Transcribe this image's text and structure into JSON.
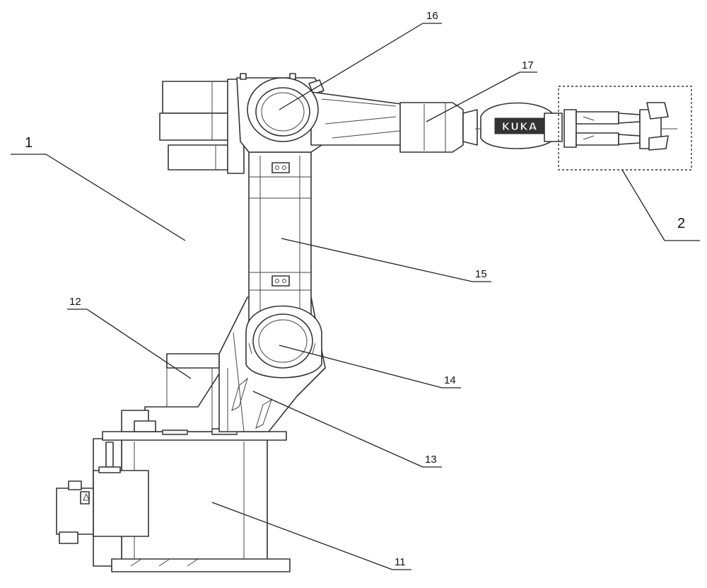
{
  "labels": {
    "robot": "1",
    "end_effector": "2",
    "base": "11",
    "turntable": "12",
    "rotating_column": "13",
    "lower_joint": "14",
    "lower_arm": "15",
    "upper_joint": "16",
    "upper_arm": "17"
  },
  "brand_text": "KUKA"
}
